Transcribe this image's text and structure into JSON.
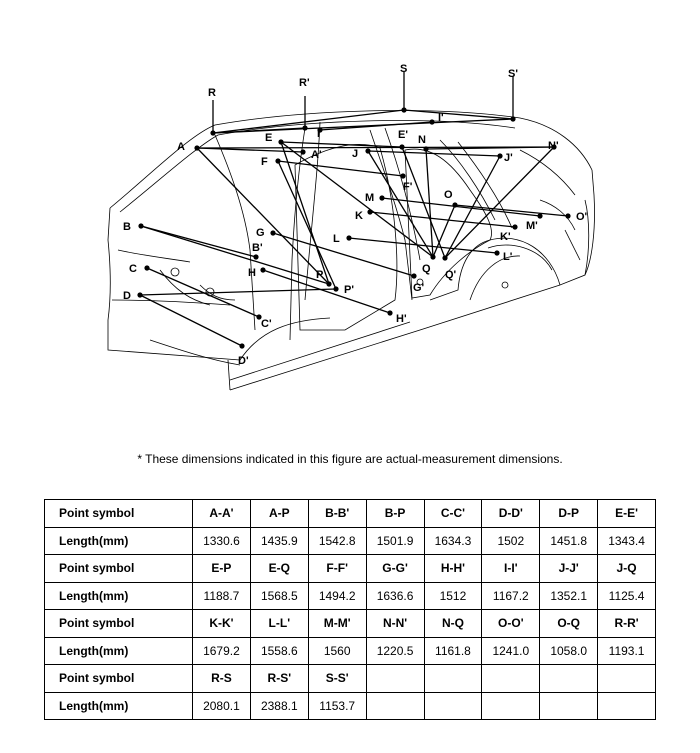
{
  "figure": {
    "point_labels": [
      "S",
      "S'",
      "R",
      "R'",
      "I'",
      "I",
      "E",
      "E'",
      "N",
      "N'",
      "A",
      "A'",
      "J",
      "J'",
      "F",
      "F'",
      "M",
      "O",
      "K",
      "O'",
      "G",
      "K'",
      "M'",
      "B",
      "L",
      "B'",
      "L'",
      "H",
      "Q",
      "Q'",
      "P",
      "C",
      "P'",
      "G'",
      "D",
      "C'",
      "H'",
      "D'"
    ]
  },
  "note": "*  These dimensions indicated in this figure are actual-measurement dimensions.",
  "table": {
    "row_header_symbol": "Point symbol",
    "row_header_length": "Length(mm)",
    "groups": [
      {
        "symbols": [
          "A-A'",
          "A-P",
          "B-B'",
          "B-P",
          "C-C'",
          "D-D'",
          "D-P",
          "E-E'"
        ],
        "lengths": [
          "1330.6",
          "1435.9",
          "1542.8",
          "1501.9",
          "1634.3",
          "1502",
          "1451.8",
          "1343.4"
        ]
      },
      {
        "symbols": [
          "E-P",
          "E-Q",
          "F-F'",
          "G-G'",
          "H-H'",
          "I-I'",
          "J-J'",
          "J-Q"
        ],
        "lengths": [
          "1188.7",
          "1568.5",
          "1494.2",
          "1636.6",
          "1512",
          "1167.2",
          "1352.1",
          "1125.4"
        ]
      },
      {
        "symbols": [
          "K-K'",
          "L-L'",
          "M-M'",
          "N-N'",
          "N-Q",
          "O-O'",
          "O-Q",
          "R-R'"
        ],
        "lengths": [
          "1679.2",
          "1558.6",
          "1560",
          "1220.5",
          "1161.8",
          "1241.0",
          "1058.0",
          "1193.1"
        ]
      },
      {
        "symbols": [
          "R-S",
          "R-S'",
          "S-S'",
          "",
          "",
          "",
          "",
          ""
        ],
        "lengths": [
          "2080.1",
          "2388.1",
          "1153.7",
          "",
          "",
          "",
          "",
          ""
        ]
      }
    ]
  }
}
